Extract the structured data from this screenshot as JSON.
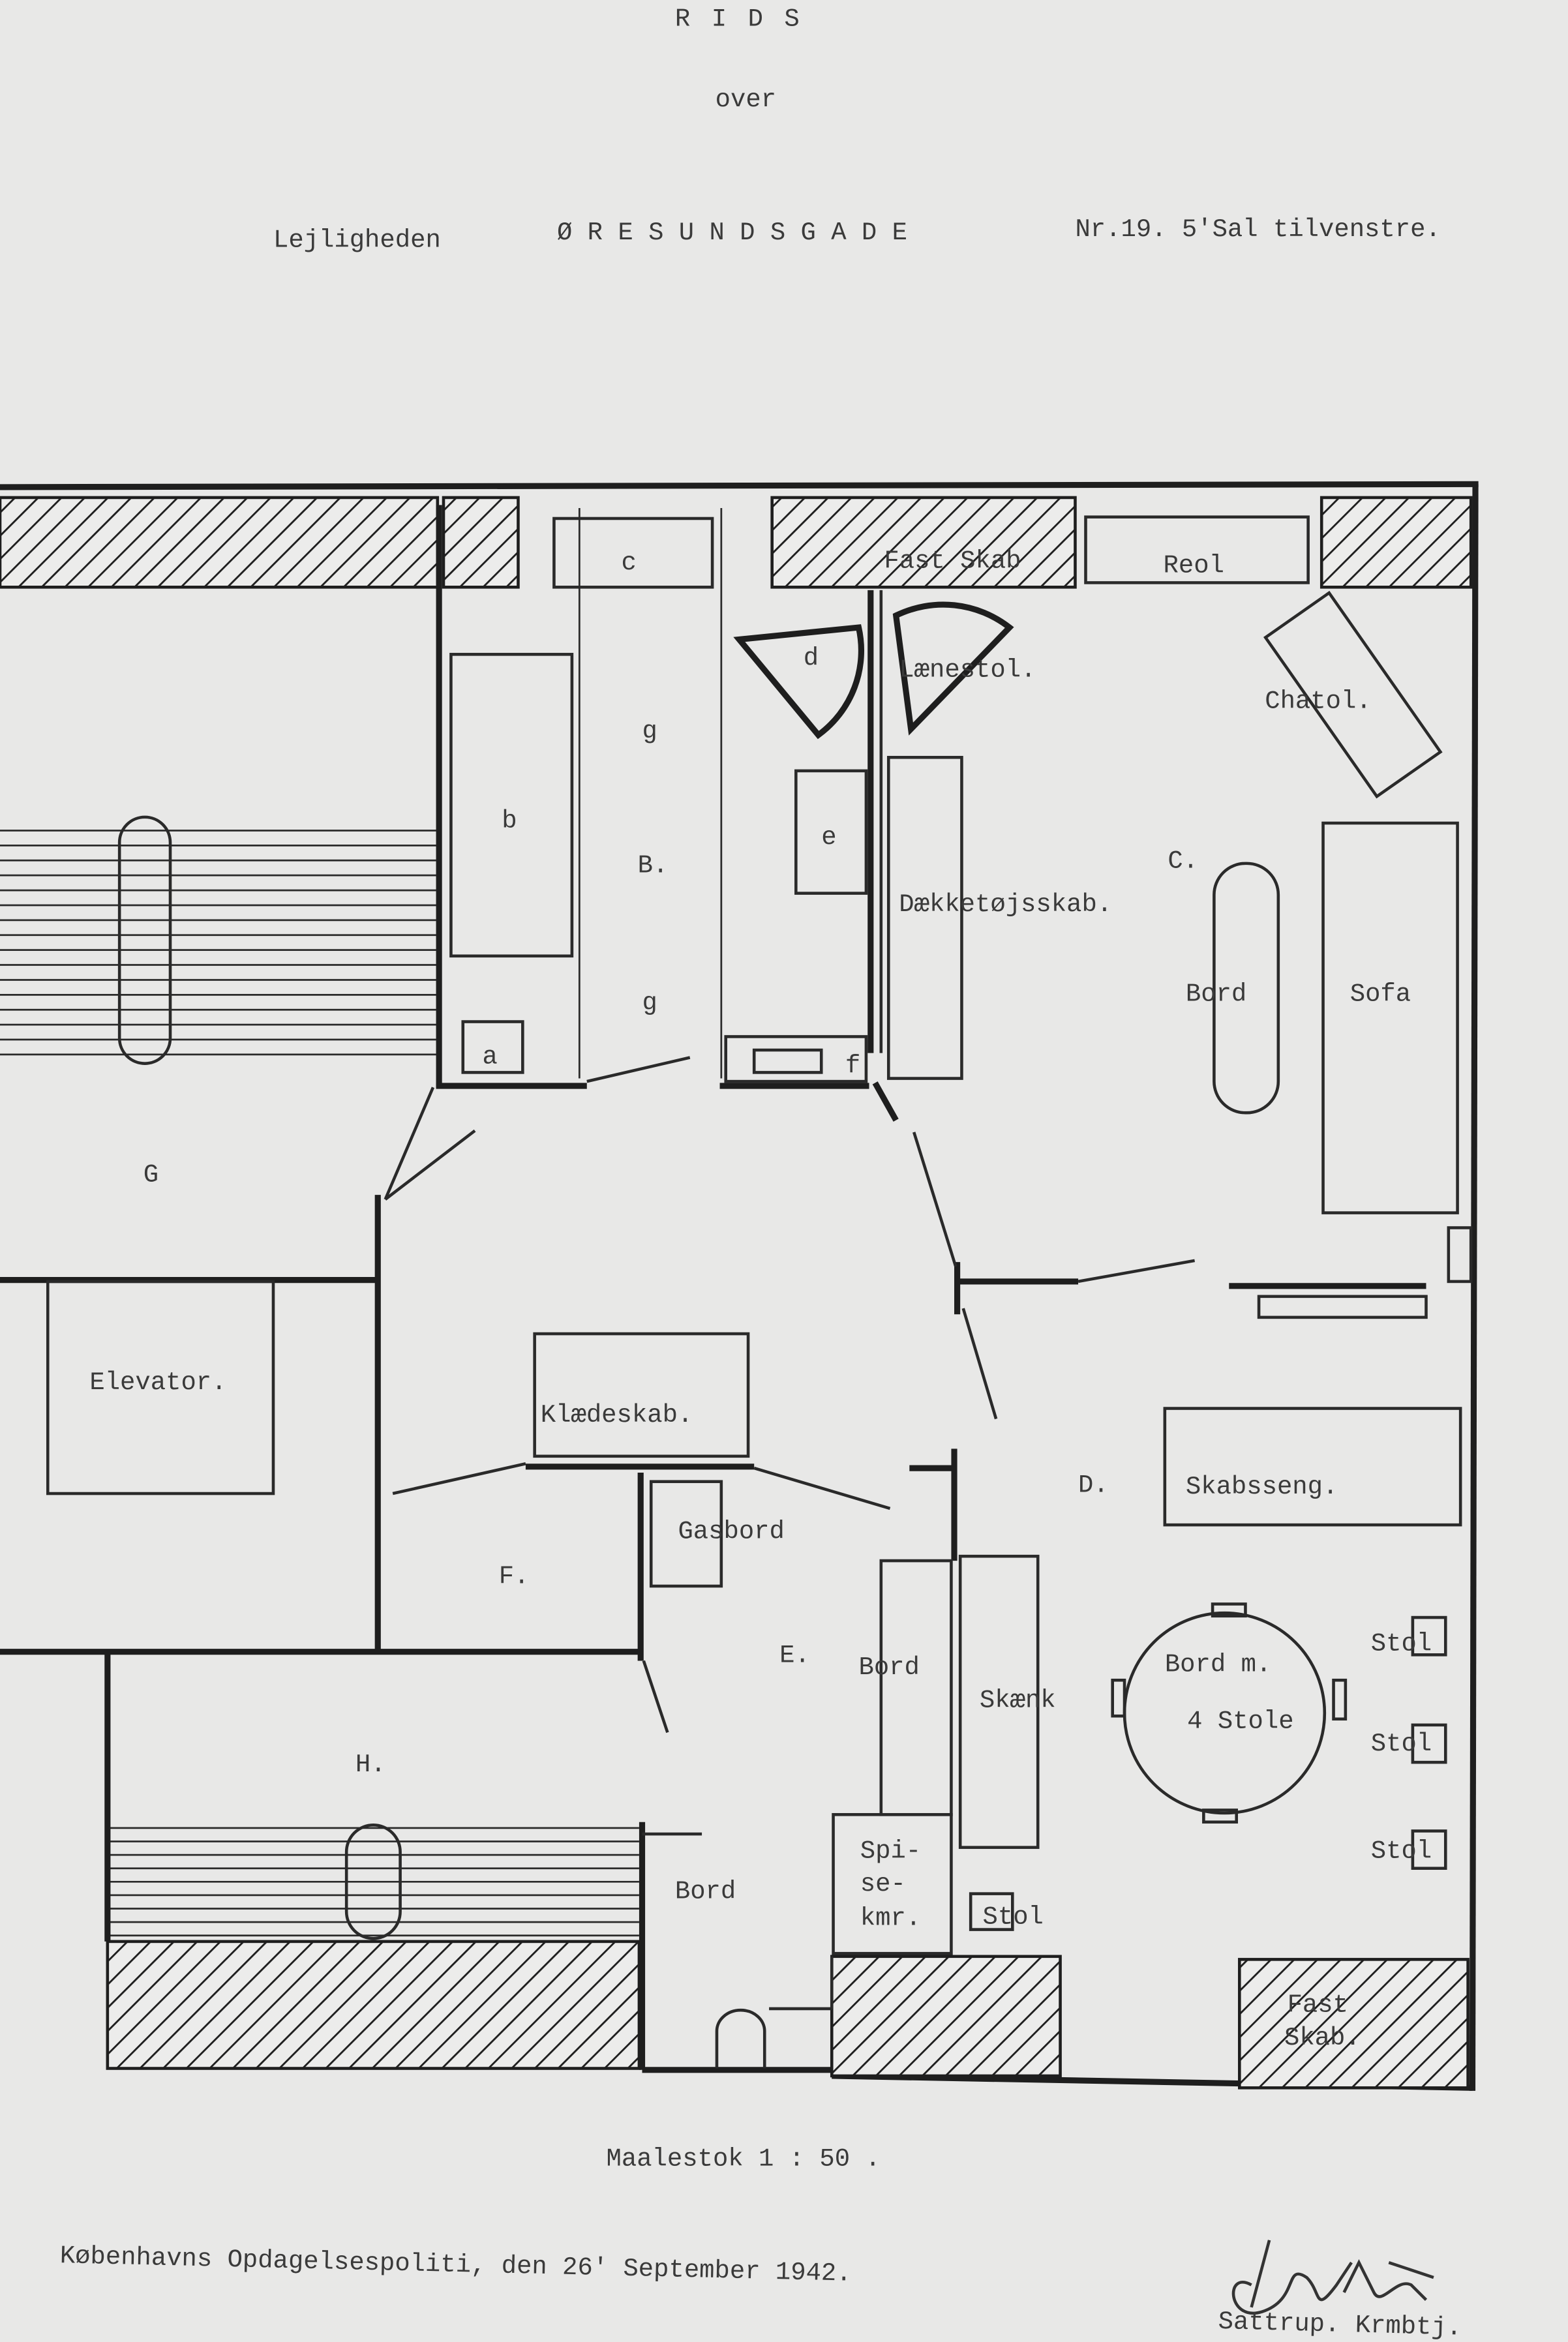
{
  "header": {
    "title": "R I D S",
    "subtitle": "over",
    "apartment_label": "Lejligheden",
    "street": "Ø R E S U N D S G A D E",
    "address_rest": "Nr.19. 5'Sal tilvenstre."
  },
  "plan": {
    "rooms": {
      "B": "B.",
      "C": "C.",
      "D": "D.",
      "E": "E.",
      "F": "F.",
      "G": "G",
      "H": "H."
    },
    "furniture": {
      "a": "a",
      "b": "b",
      "c": "c",
      "d": "d",
      "e": "e",
      "f": "f",
      "g1": "g",
      "g2": "g",
      "fast_skab_top": "Fast Skab",
      "reol": "Reol",
      "laenestol": "Lænestol.",
      "chatol": "Chatol.",
      "daekketojsskab": "Dækketøjsskab.",
      "bord_c": "Bord",
      "sofa": "Sofa",
      "elevator": "Elevator.",
      "klaedeskab": "Klædeskab.",
      "gasbord": "Gasbord",
      "bord_e": "Bord",
      "skank": "Skænk",
      "skabsseng": "Skabsseng.",
      "bord_table_1": "Bord m.",
      "bord_table_2": "4 Stole",
      "stol_1": "Stol",
      "stol_2": "Stol",
      "stol_3": "Stol",
      "spisekmr_1": "Spi-",
      "spisekmr_2": "se-",
      "spisekmr_3": "kmr.",
      "stol_e": "Stol",
      "bord_bottom": "Bord",
      "fast_skab_bottom_1": "Fast",
      "fast_skab_bottom_2": "Skab."
    }
  },
  "footer": {
    "scale": "Maalestok  1 : 50 .",
    "authority_date": "Københavns Opdagelsespoliti, den 26' September 1942.",
    "signature_handwritten": "Sattrup",
    "signer": "Sattrup. Krmbtj."
  }
}
